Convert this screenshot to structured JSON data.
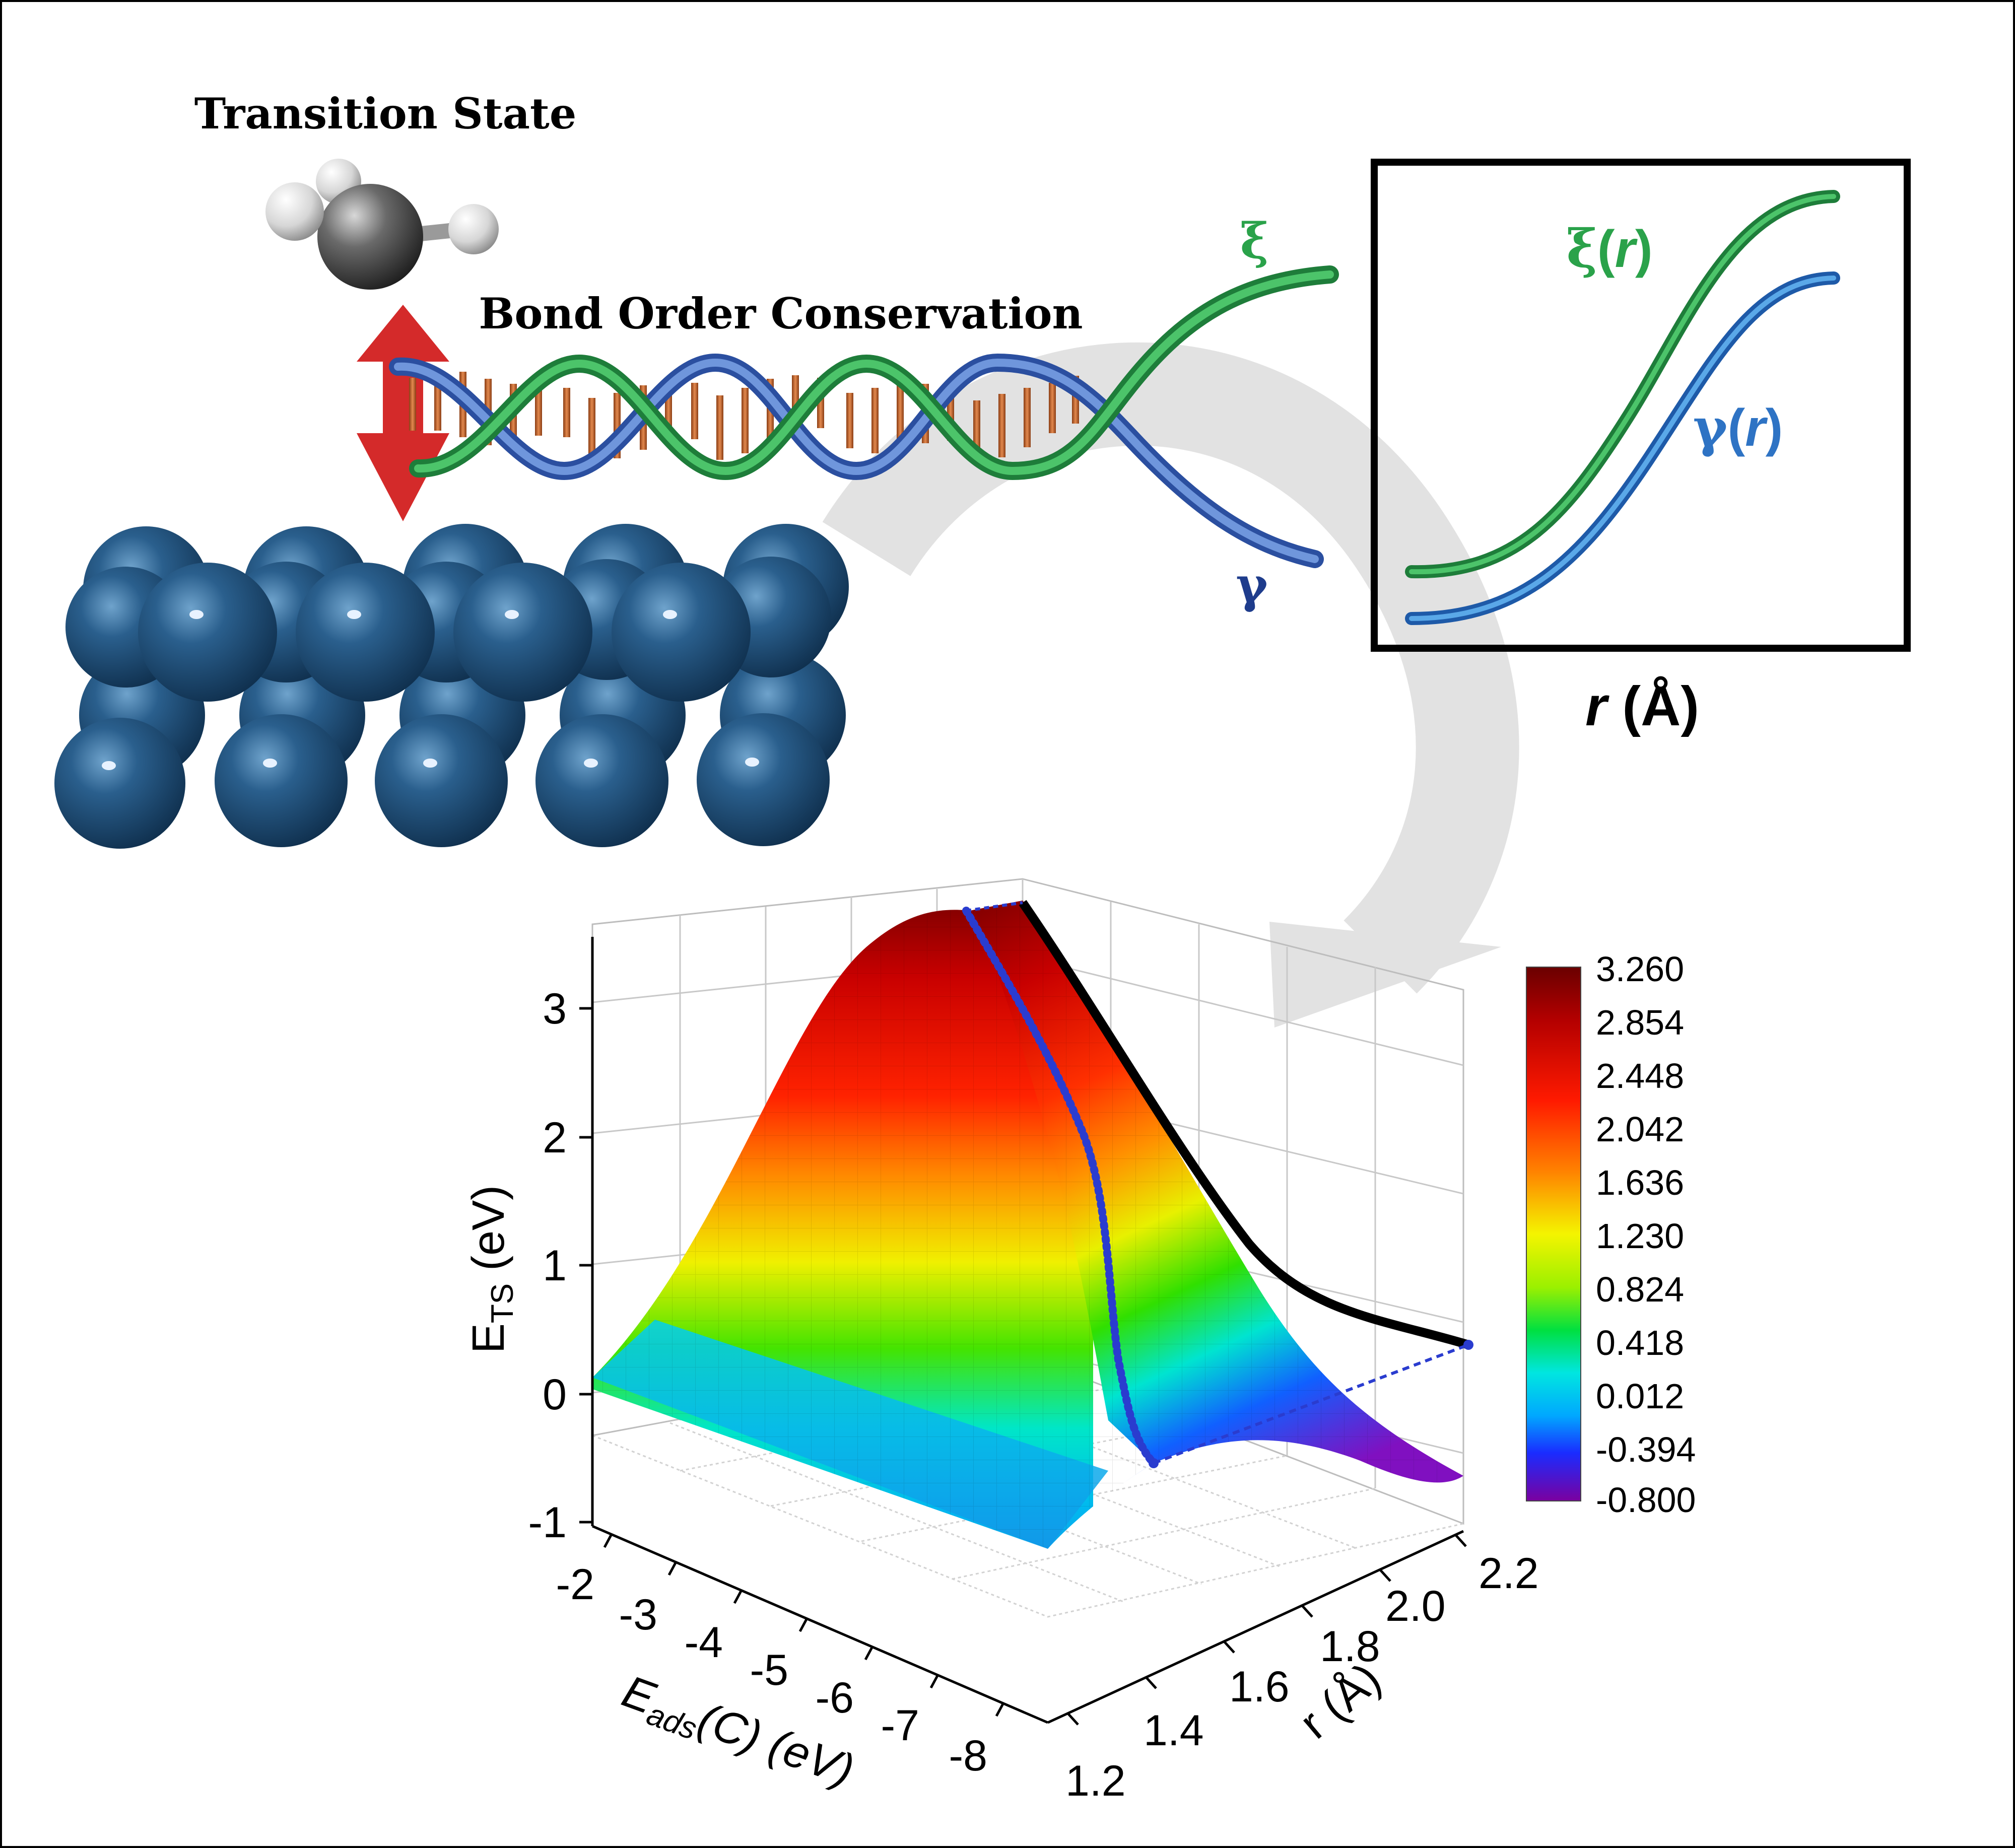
{
  "labels": {
    "transition_state": "Transition State",
    "bond_order_conservation": "Bond Order Conservation",
    "xi": "ξ",
    "gamma": "γ"
  },
  "inset": {
    "xi_symbol": "ξ",
    "gamma_symbol": "γ",
    "r_arg": "r",
    "paren_open": "(",
    "paren_close": ")",
    "xlabel_var": "r",
    "xlabel_unit": " (Å)"
  },
  "colors": {
    "xi_green": "#2aa24a",
    "gamma_blue": "#2e73c4",
    "gamma_label_navy": "#1e3c8c",
    "arrow_red": "#d42a2a",
    "metal_blue": "#1f4e7a",
    "base_bar": "#c4622a",
    "curved_arrow": "#e2e2e2",
    "path_blue": "#2a3ccf"
  },
  "chart_data": {
    "type": "surface3d",
    "zlabel_main": "E",
    "zlabel_sub": "TS",
    "zlabel_unit": " (eV)",
    "xlabel_main": "E",
    "xlabel_sub": "ads",
    "xlabel_rest": "(C) (eV)",
    "ylabel": "r (Å)",
    "x_ticks": [
      "-2",
      "-3",
      "-4",
      "-5",
      "-6",
      "-7",
      "-8"
    ],
    "y_ticks": [
      "1.2",
      "1.4",
      "1.6",
      "1.8",
      "2.0",
      "2.2"
    ],
    "z_ticks": [
      "-1",
      "0",
      "1",
      "2",
      "3"
    ],
    "xlim": [
      -2,
      -8
    ],
    "ylim": [
      1.2,
      2.2
    ],
    "zlim": [
      -1,
      3.5
    ],
    "colorbar_labels": [
      "3.260",
      "2.854",
      "2.448",
      "2.042",
      "1.636",
      "1.230",
      "0.824",
      "0.418",
      "0.012",
      "-0.394",
      "-0.800"
    ],
    "colorbar_range": [
      -0.8,
      3.26
    ]
  }
}
